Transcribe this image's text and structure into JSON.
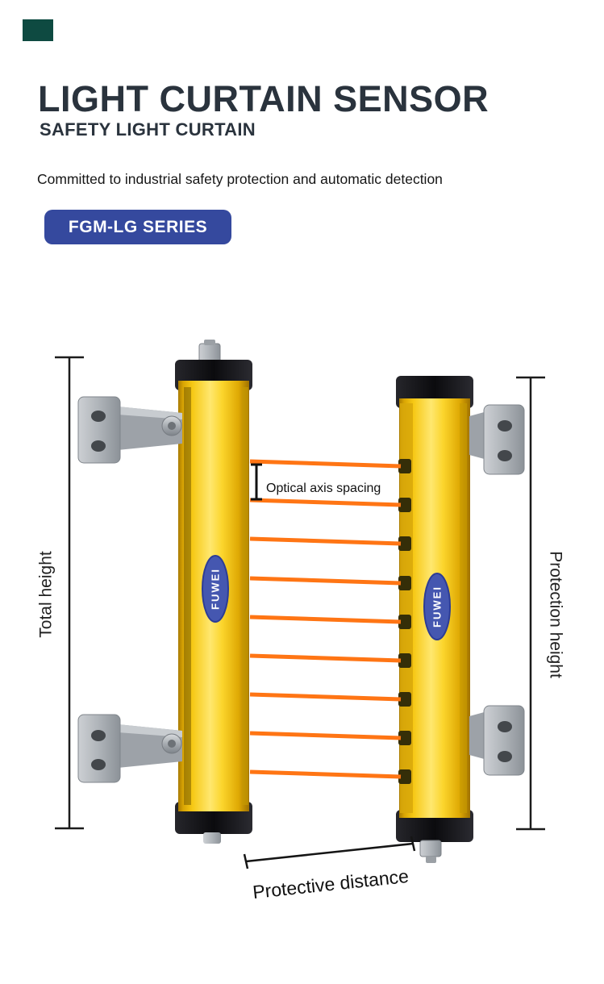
{
  "header": {
    "title": "LIGHT CURTAIN SENSOR",
    "subtitle": "SAFETY LIGHT CURTAIN",
    "tagline": "Committed to industrial safety protection and automatic detection",
    "series_badge": "FGM-LG SERIES"
  },
  "diagram": {
    "device_brand": "FUWEI",
    "beam_count": 9,
    "labels": {
      "optical_axis_spacing": "Optical axis spacing",
      "total_height": "Total height",
      "protection_height": "Protection height",
      "protective_distance": "Protective distance"
    },
    "colors": {
      "sensor_body_yellow": "#f6c814",
      "beam_orange": "#ff7514",
      "series_badge_blue": "#35499e",
      "brand_oval_blue": "#4557b0",
      "heading_dark": "#2a333d",
      "logo_mark_green": "#0e4a41",
      "bracket_metal": "#aeb3b8"
    }
  }
}
